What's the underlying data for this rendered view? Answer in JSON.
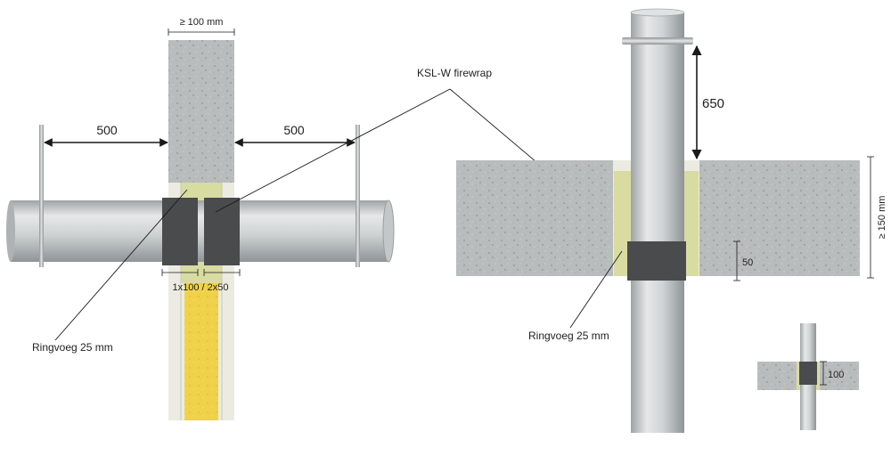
{
  "labels": {
    "wall_min_thickness": "≥ 100 mm",
    "dim_left": "500",
    "dim_right": "500",
    "product": "KSL-W firewrap",
    "layers": "1x100 / 2x50",
    "annular_gap_left": "Ringvoeg 25 mm",
    "dim_vertical": "650",
    "floor_min_thickness": "≥ 150 mm",
    "wrap_height": "50",
    "annular_gap_right": "Ringvoeg 25 mm",
    "inset_wrap": "100"
  },
  "colors": {
    "concrete": "#b9bcbd",
    "pipe": "#cfd3d4",
    "wrap": "#4a4b4d",
    "mineral_wool_green": "#d9dca0",
    "mineral_wool_yellow": "#f0d24a",
    "line": "#1a1a1a"
  }
}
